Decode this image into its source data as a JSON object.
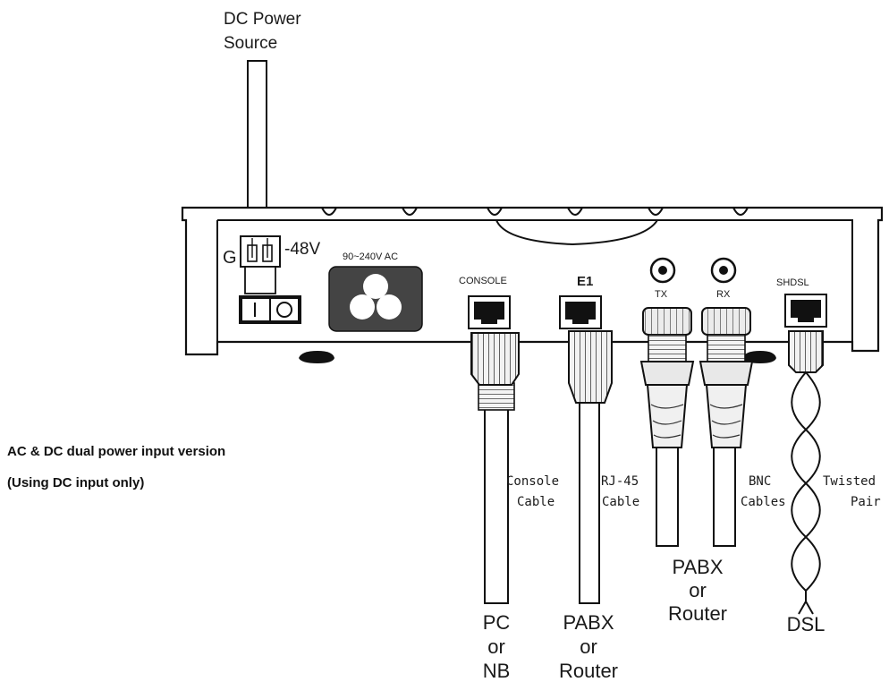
{
  "power": {
    "title_line1": "DC Power",
    "title_line2": "Source",
    "ground": "G",
    "voltage": "-48V",
    "ac_rating": "90~240V AC"
  },
  "ports": {
    "console": "CONSOLE",
    "e1": "E1",
    "tx": "TX",
    "rx": "RX",
    "shdsl": "SHDSL"
  },
  "cables": {
    "console_line1": "Console",
    "console_line2": "Cable",
    "rj45_line1": "RJ-45",
    "rj45_line2": "Cable",
    "bnc_line1": "BNC",
    "bnc_line2": "Cables",
    "twisted_line1": "Twisted",
    "twisted_line2": "Pair"
  },
  "endpoints": {
    "pc_line1": "PC",
    "pc_line2": "or",
    "pc_line3": "NB",
    "pabx1_line1": "PABX",
    "pabx1_line2": "or",
    "pabx1_line3": "Router",
    "pabx2_line1": "PABX",
    "pabx2_line2": "or",
    "pabx2_line3": "Router",
    "dsl": "DSL"
  },
  "caption": {
    "line1": "AC & DC dual power input version",
    "line2": "(Using DC input only)"
  }
}
